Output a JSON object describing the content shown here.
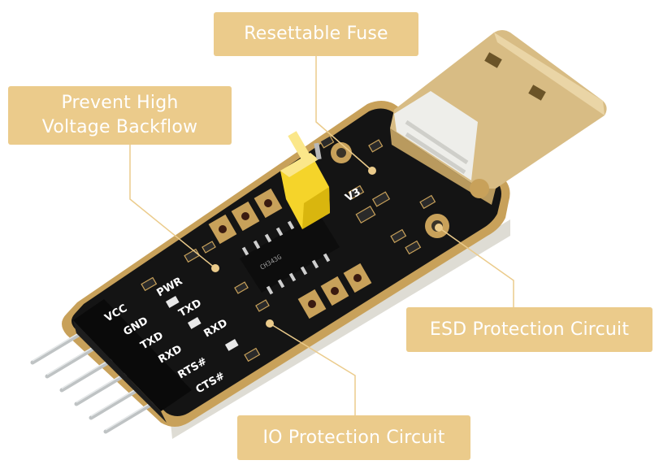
{
  "callouts": {
    "resettable_fuse": "Resettable Fuse",
    "prevent_backflow_line1": "Prevent High",
    "prevent_backflow_line2": "Voltage Backflow",
    "esd_protection": "ESD Protection Circuit",
    "io_protection": "IO Protection Circuit"
  },
  "board": {
    "pin_labels": [
      "VCC",
      "GND",
      "TXD",
      "RXD",
      "RTS#",
      "CTS#"
    ],
    "led_labels": [
      "PWR",
      "TXD",
      "RXD"
    ],
    "voltage_label": "V3",
    "chip_marking": "CH343G"
  },
  "colors": {
    "callout_bg": "#EBCB8B",
    "callout_text": "#FFFFFF",
    "pcb": "#141414",
    "pcb_edge": "#C8A15A",
    "usb_gold": "#D8BC84",
    "jumper": "#F5D42A"
  }
}
